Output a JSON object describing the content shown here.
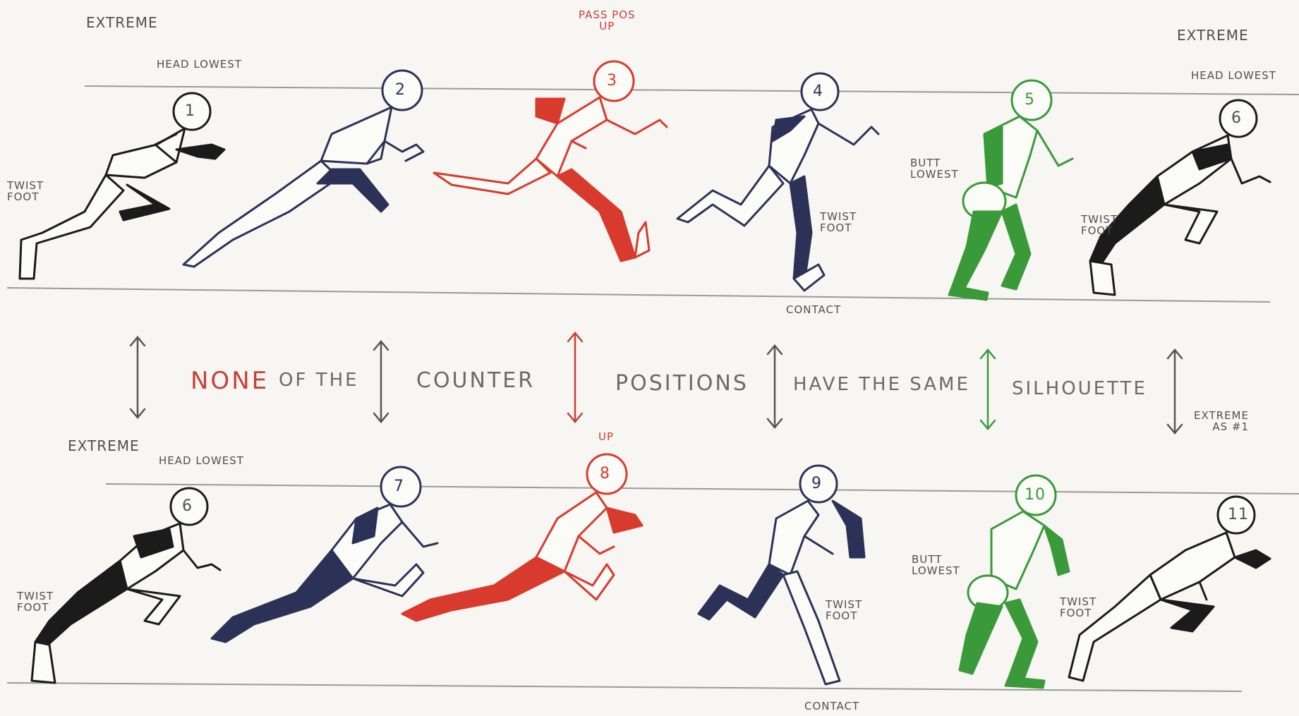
{
  "colors": {
    "black": "#1b1b1b",
    "navy": "#2c3257",
    "red": "#d93a2e",
    "green": "#3a9a3a",
    "line": "#9a9a9a",
    "paper": "#f7f6f2"
  },
  "top_row": {
    "extreme_left": "EXTREME",
    "head_lowest_left": "HEAD LOWEST",
    "pass_pos_up": "PASS POS\nUP",
    "extreme_right": "EXTREME",
    "head_lowest_right": "HEAD LOWEST",
    "twist_foot_1": "TWIST\nFOOT",
    "butt_lowest": "BUTT\nLOWEST",
    "twist_foot_4": "TWIST\nFOOT",
    "contact": "CONTACT",
    "twist_foot_6": "TWIST\nFOOT",
    "frames": [
      {
        "num": "1",
        "color": "black"
      },
      {
        "num": "2",
        "color": "navy"
      },
      {
        "num": "3",
        "color": "red"
      },
      {
        "num": "4",
        "color": "navy"
      },
      {
        "num": "5",
        "color": "green"
      },
      {
        "num": "6",
        "color": "black"
      }
    ]
  },
  "middle": {
    "words": [
      "NONE",
      "OF THE",
      "COUNTER",
      "POSITIONS",
      "HAVE THE SAME",
      "SILHOUETTE"
    ],
    "extreme_as": "EXTREME\nAS #1"
  },
  "bottom_row": {
    "extreme_left": "EXTREME",
    "head_lowest": "HEAD LOWEST",
    "up": "UP",
    "twist_foot_6": "TWIST\nFOOT",
    "twist_foot_9": "TWIST\nFOOT",
    "butt_lowest": "BUTT\nLOWEST",
    "twist_foot_11": "TWIST\nFOOT",
    "contact": "CONTACT",
    "frames": [
      {
        "num": "6",
        "color": "black"
      },
      {
        "num": "7",
        "color": "navy"
      },
      {
        "num": "8",
        "color": "red"
      },
      {
        "num": "9",
        "color": "navy"
      },
      {
        "num": "10",
        "color": "green"
      },
      {
        "num": "11",
        "color": "black"
      }
    ]
  }
}
